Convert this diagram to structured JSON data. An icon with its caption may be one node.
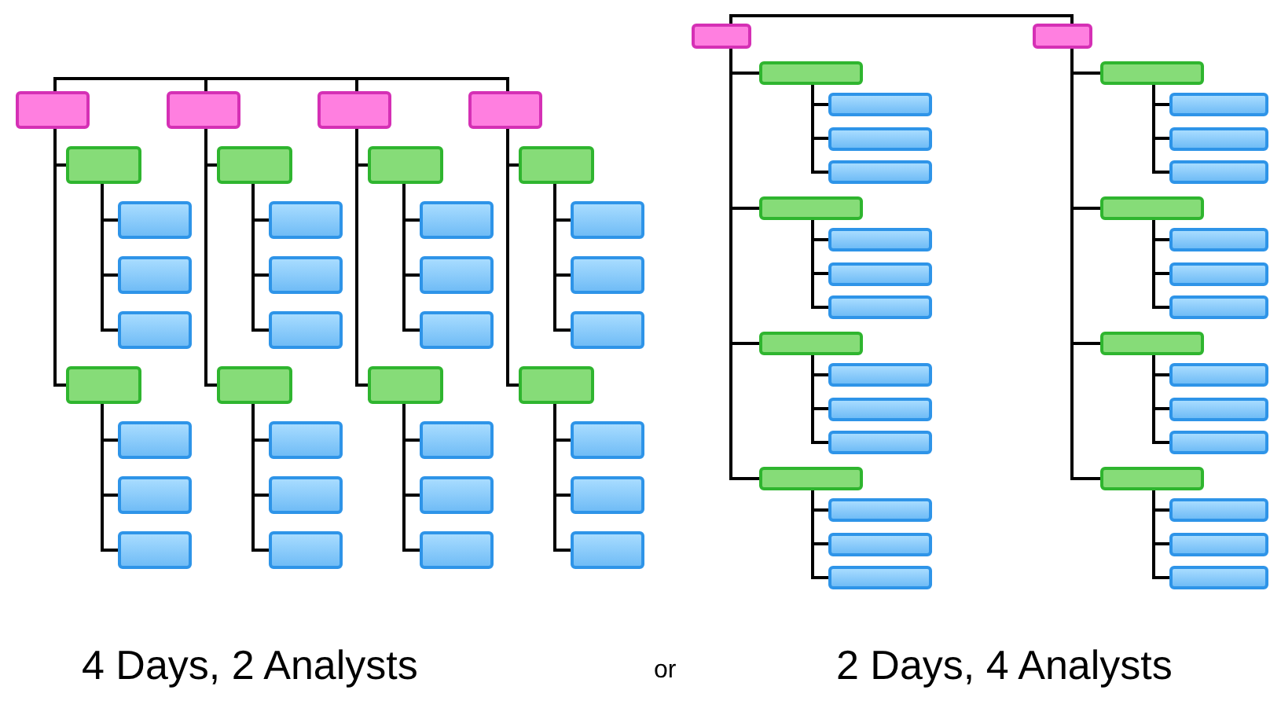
{
  "diagram": {
    "nodes": [
      {
        "text": [],
        "shape": "box"
      },
      {
        "text": [],
        "shape": "box"
      },
      {
        "text": [],
        "shape": "box"
      },
      {
        "text": [],
        "shape": "box"
      },
      {
        "text": [],
        "shape": "box"
      },
      {
        "text": [],
        "shape": "box"
      },
      {
        "text": [],
        "shape": "box"
      },
      {
        "text": [],
        "shape": "box"
      },
      {
        "text": [],
        "shape": "box"
      },
      {
        "text": [],
        "shape": "box"
      },
      {
        "text": [],
        "shape": "box"
      },
      {
        "text": [],
        "shape": "box"
      },
      {
        "text": [],
        "shape": "box"
      },
      {
        "text": [],
        "shape": "box"
      },
      {
        "text": [],
        "shape": "box"
      },
      {
        "text": [],
        "shape": "box"
      },
      {
        "text": [],
        "shape": "box"
      },
      {
        "text": [],
        "shape": "box"
      },
      {
        "text": [],
        "shape": "box"
      },
      {
        "text": [],
        "shape": "box"
      },
      {
        "text": [],
        "shape": "box"
      },
      {
        "text": [],
        "shape": "box"
      },
      {
        "text": [],
        "shape": "box"
      },
      {
        "text": [],
        "shape": "box"
      },
      {
        "text": [],
        "shape": "box"
      },
      {
        "text": [],
        "shape": "box"
      },
      {
        "text": [],
        "shape": "box"
      },
      {
        "text": [],
        "shape": "box"
      },
      {
        "text": [],
        "shape": "box"
      },
      {
        "text": [],
        "shape": "box"
      },
      {
        "text": [],
        "shape": "box"
      },
      {
        "text": [],
        "shape": "box"
      },
      {
        "text": [],
        "shape": "box"
      },
      {
        "text": [],
        "shape": "box"
      },
      {
        "text": [],
        "shape": "box"
      },
      {
        "text": [],
        "shape": "box"
      },
      {
        "text": [],
        "shape": "box"
      },
      {
        "text": [],
        "shape": "box"
      },
      {
        "text": [],
        "shape": "box"
      },
      {
        "text": [],
        "shape": "box"
      },
      {
        "text": [],
        "shape": "box"
      },
      {
        "text": [],
        "shape": "box"
      },
      {
        "text": [],
        "shape": "box"
      },
      {
        "text": [],
        "shape": "box"
      },
      {
        "text": [],
        "shape": "box"
      },
      {
        "text": [],
        "shape": "box"
      },
      {
        "text": [],
        "shape": "box"
      },
      {
        "text": [],
        "shape": "box"
      },
      {
        "text": [],
        "shape": "box"
      },
      {
        "text": [],
        "shape": "box"
      },
      {
        "text": [],
        "shape": "box"
      },
      {
        "text": [],
        "shape": "box"
      },
      {
        "text": [],
        "shape": "box"
      },
      {
        "text": [],
        "shape": "box"
      },
      {
        "text": [],
        "shape": "box"
      },
      {
        "text": [],
        "shape": "box"
      },
      {
        "text": [],
        "shape": "box"
      },
      {
        "text": [],
        "shape": "box"
      },
      {
        "text": [],
        "shape": "box"
      },
      {
        "text": [],
        "shape": "box"
      },
      {
        "text": [],
        "shape": "box"
      },
      {
        "text": [],
        "shape": "box"
      },
      {
        "text": [],
        "shape": "box"
      },
      {
        "text": [],
        "shape": "box"
      },
      {
        "text": [],
        "shape": "box"
      },
      {
        "text": [],
        "shape": "box"
      },
      {
        "text": [],
        "shape": "box"
      },
      {
        "text": [],
        "shape": "box"
      },
      {
        "text": [],
        "shape": "box"
      },
      {
        "text": [],
        "shape": "box"
      }
    ],
    "edges": [
      {
        "from": 0,
        "to": 9,
        "arrow": "none"
      },
      {
        "from": 9,
        "to": 18,
        "arrow": "none"
      },
      {
        "from": 18,
        "to": 27,
        "arrow": "none"
      },
      {
        "from": 0,
        "to": 1,
        "arrow": "none"
      },
      {
        "from": 1,
        "to": 2,
        "arrow": "none"
      },
      {
        "from": 1,
        "to": 3,
        "arrow": "none"
      },
      {
        "from": 1,
        "to": 4,
        "arrow": "none"
      },
      {
        "from": 0,
        "to": 5,
        "arrow": "none"
      },
      {
        "from": 5,
        "to": 6,
        "arrow": "none"
      },
      {
        "from": 5,
        "to": 7,
        "arrow": "none"
      },
      {
        "from": 5,
        "to": 8,
        "arrow": "none"
      },
      {
        "from": 9,
        "to": 10,
        "arrow": "none"
      },
      {
        "from": 10,
        "to": 11,
        "arrow": "none"
      },
      {
        "from": 10,
        "to": 12,
        "arrow": "none"
      },
      {
        "from": 10,
        "to": 13,
        "arrow": "none"
      },
      {
        "from": 9,
        "to": 14,
        "arrow": "none"
      },
      {
        "from": 14,
        "to": 15,
        "arrow": "none"
      },
      {
        "from": 14,
        "to": 16,
        "arrow": "none"
      },
      {
        "from": 14,
        "to": 17,
        "arrow": "none"
      },
      {
        "from": 18,
        "to": 19,
        "arrow": "none"
      },
      {
        "from": 19,
        "to": 20,
        "arrow": "none"
      },
      {
        "from": 19,
        "to": 21,
        "arrow": "none"
      },
      {
        "from": 19,
        "to": 22,
        "arrow": "none"
      },
      {
        "from": 18,
        "to": 23,
        "arrow": "none"
      },
      {
        "from": 23,
        "to": 24,
        "arrow": "none"
      },
      {
        "from": 23,
        "to": 25,
        "arrow": "none"
      },
      {
        "from": 23,
        "to": 26,
        "arrow": "none"
      },
      {
        "from": 27,
        "to": 28,
        "arrow": "none"
      },
      {
        "from": 28,
        "to": 29,
        "arrow": "none"
      },
      {
        "from": 28,
        "to": 30,
        "arrow": "none"
      },
      {
        "from": 28,
        "to": 31,
        "arrow": "none"
      },
      {
        "from": 27,
        "to": 32,
        "arrow": "none"
      },
      {
        "from": 32,
        "to": 33,
        "arrow": "none"
      },
      {
        "from": 32,
        "to": 34,
        "arrow": "none"
      },
      {
        "from": 32,
        "to": 35,
        "arrow": "none"
      },
      {
        "from": 36,
        "to": 53,
        "arrow": "none"
      },
      {
        "from": 36,
        "to": 37,
        "arrow": "none"
      },
      {
        "from": 37,
        "to": 38,
        "arrow": "none"
      },
      {
        "from": 37,
        "to": 39,
        "arrow": "none"
      },
      {
        "from": 37,
        "to": 40,
        "arrow": "none"
      },
      {
        "from": 36,
        "to": 41,
        "arrow": "none"
      },
      {
        "from": 41,
        "to": 42,
        "arrow": "none"
      },
      {
        "from": 41,
        "to": 43,
        "arrow": "none"
      },
      {
        "from": 41,
        "to": 44,
        "arrow": "none"
      },
      {
        "from": 36,
        "to": 45,
        "arrow": "none"
      },
      {
        "from": 45,
        "to": 46,
        "arrow": "none"
      },
      {
        "from": 45,
        "to": 47,
        "arrow": "none"
      },
      {
        "from": 45,
        "to": 48,
        "arrow": "none"
      },
      {
        "from": 36,
        "to": 49,
        "arrow": "none"
      },
      {
        "from": 49,
        "to": 50,
        "arrow": "none"
      },
      {
        "from": 49,
        "to": 51,
        "arrow": "none"
      },
      {
        "from": 49,
        "to": 52,
        "arrow": "none"
      },
      {
        "from": 53,
        "to": 54,
        "arrow": "none"
      },
      {
        "from": 54,
        "to": 55,
        "arrow": "none"
      },
      {
        "from": 54,
        "to": 56,
        "arrow": "none"
      },
      {
        "from": 54,
        "to": 57,
        "arrow": "none"
      },
      {
        "from": 53,
        "to": 58,
        "arrow": "none"
      },
      {
        "from": 58,
        "to": 59,
        "arrow": "none"
      },
      {
        "from": 58,
        "to": 60,
        "arrow": "none"
      },
      {
        "from": 58,
        "to": 61,
        "arrow": "none"
      },
      {
        "from": 53,
        "to": 62,
        "arrow": "none"
      },
      {
        "from": 62,
        "to": 63,
        "arrow": "none"
      },
      {
        "from": 62,
        "to": 64,
        "arrow": "none"
      },
      {
        "from": 62,
        "to": 65,
        "arrow": "none"
      },
      {
        "from": 53,
        "to": 66,
        "arrow": "none"
      },
      {
        "from": 66,
        "to": 67,
        "arrow": "none"
      },
      {
        "from": 66,
        "to": 68,
        "arrow": "none"
      },
      {
        "from": 66,
        "to": 69,
        "arrow": "none"
      }
    ],
    "labels": [
      "4 Days, 2 Analysts",
      "or",
      "2 Days, 4 Analysts"
    ]
  }
}
